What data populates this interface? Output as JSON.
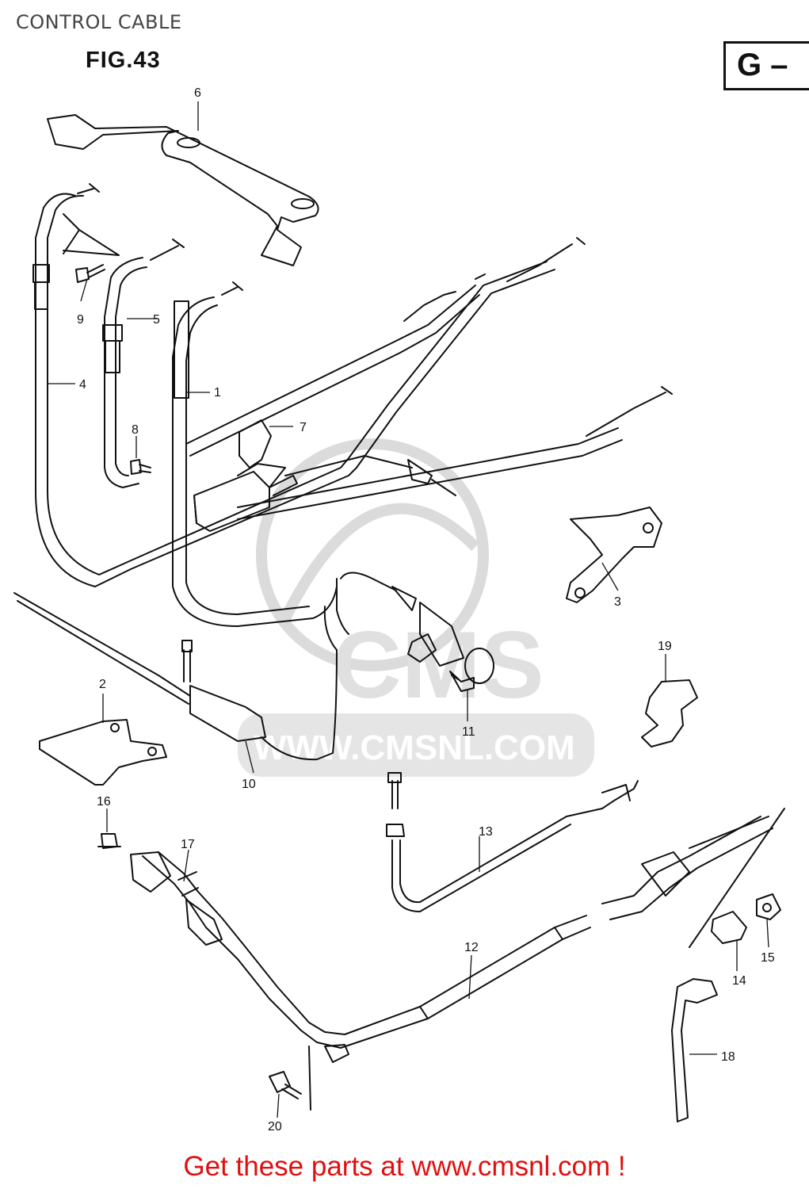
{
  "header": {
    "title": "CONTROL CABLE",
    "figure": "FIG.43",
    "section_code": "G –"
  },
  "watermark": {
    "brand": "CMS",
    "url": "WWW.CMSNL.COM"
  },
  "parts": [
    {
      "ref": "1"
    },
    {
      "ref": "2"
    },
    {
      "ref": "3"
    },
    {
      "ref": "4"
    },
    {
      "ref": "5"
    },
    {
      "ref": "6"
    },
    {
      "ref": "7"
    },
    {
      "ref": "8"
    },
    {
      "ref": "9"
    },
    {
      "ref": "10"
    },
    {
      "ref": "11"
    },
    {
      "ref": "12"
    },
    {
      "ref": "13"
    },
    {
      "ref": "14"
    },
    {
      "ref": "15"
    },
    {
      "ref": "16"
    },
    {
      "ref": "17"
    },
    {
      "ref": "18"
    },
    {
      "ref": "19"
    },
    {
      "ref": "20"
    }
  ],
  "footer": {
    "text": "Get these parts at www.cmsnl.com !"
  },
  "colors": {
    "line": "#111111",
    "watermark": "#d4d4d4",
    "footer": "#e01010"
  }
}
